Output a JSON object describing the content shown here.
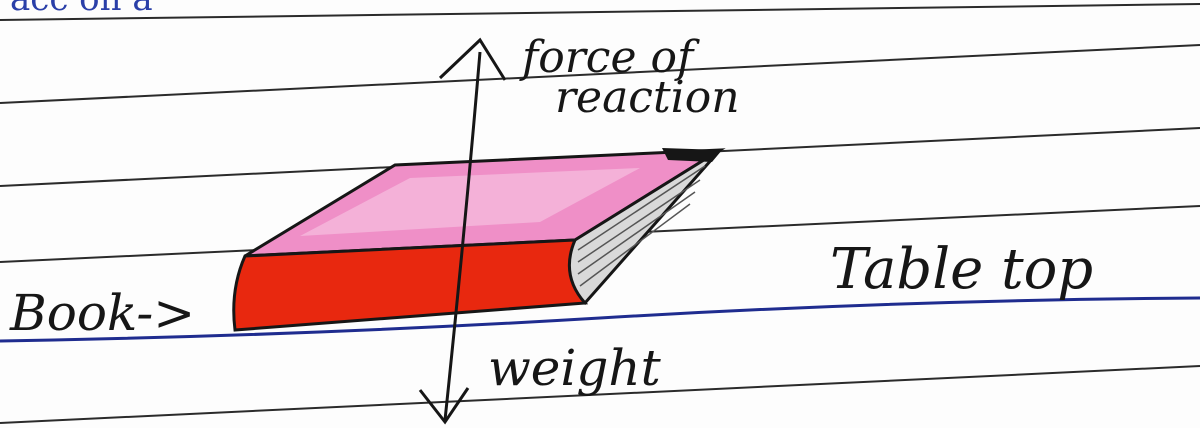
{
  "labels": {
    "top_partial": "acc on a",
    "force_up": "force of",
    "force_up_line2": "reaction",
    "book": "Book->",
    "table": "Table top",
    "force_down": "weight"
  },
  "colors": {
    "paper": "#fdfdfd",
    "rule_line": "#2b2b2b",
    "table_line": "#1f2c8f",
    "ink_top_partial": "#2a3fa8",
    "ink": "#161616",
    "book_cover_pink": "#ef8fc7",
    "book_cover_pink_light": "#f6bfe0",
    "book_front_red": "#e8280f",
    "book_spine_grey": "#d9d9d9"
  }
}
